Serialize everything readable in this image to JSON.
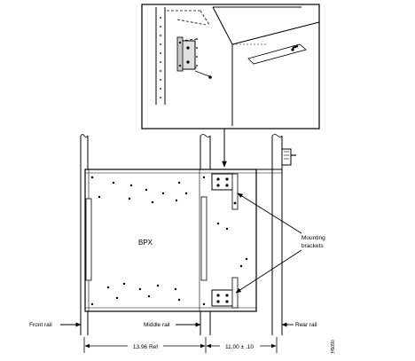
{
  "labels": {
    "unit": "BPX",
    "mounting_line1": "Mounting",
    "mounting_line2": "brackets",
    "front_rail": "Front rail",
    "middle_rail": "Middle rail",
    "rear_rail": "Rear rail",
    "dim_left": "13.96 Ref",
    "dim_right": "11.00 ± .10",
    "figure_code": "H5090"
  }
}
